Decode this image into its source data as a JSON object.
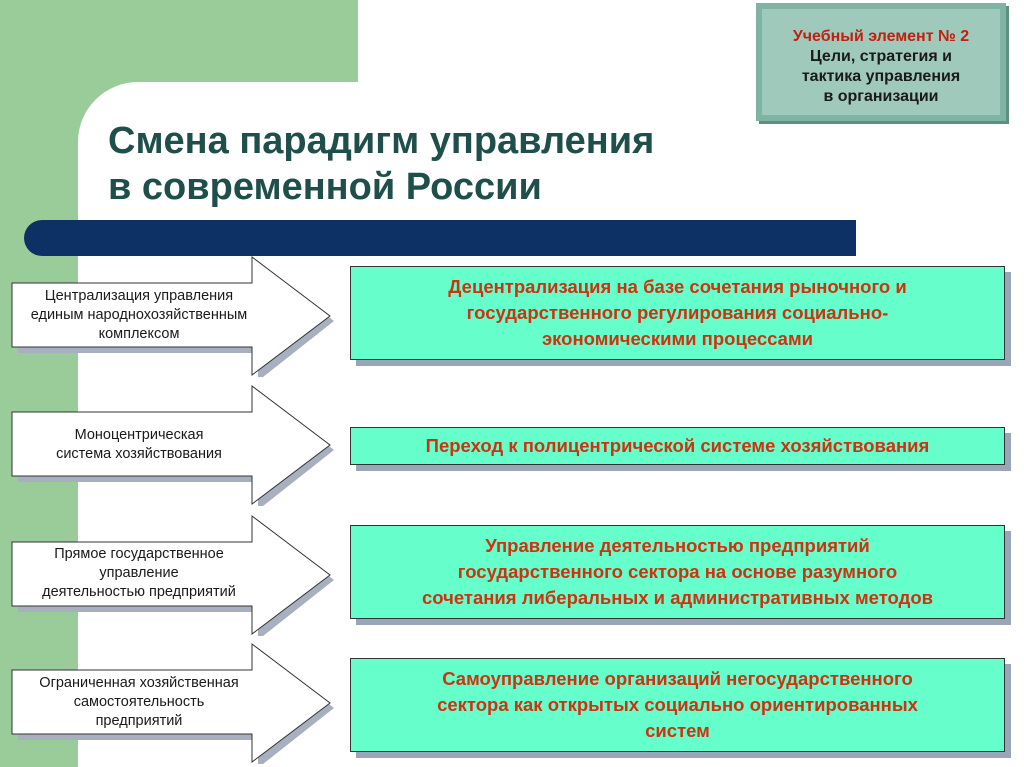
{
  "slide": {
    "title_line1": "Смена парадигм управления",
    "title_line2": "в современной России",
    "badge": {
      "number": "Учебный элемент № 2",
      "line1": "Цели, стратегия и",
      "line2": "тактика управления",
      "line3": "в организации"
    },
    "rows": [
      {
        "from_lines": [
          "Централизация управления",
          "единым народнохозяйственным",
          "комплексом"
        ],
        "to_lines": [
          "Децентрализация на базе сочетания рыночного и",
          "государственного регулирования социально-",
          "экономическими процессами"
        ]
      },
      {
        "from_lines": [
          "Моноцентрическая",
          "система хозяйствования"
        ],
        "to_lines": [
          "Переход к полицентрической системе хозяйствования"
        ]
      },
      {
        "from_lines": [
          "Прямое государственное",
          "управление",
          "деятельностью предприятий"
        ],
        "to_lines": [
          "Управление деятельностью предприятий",
          "государственного сектора на основе разумного",
          "сочетания либеральных и административных методов"
        ]
      },
      {
        "from_lines": [
          "Ограниченная хозяйственная",
          "самостоятельность",
          "предприятий"
        ],
        "to_lines": [
          "Самоуправление организаций негосударственного",
          "сектора как открытых социально ориентированных",
          "систем"
        ]
      }
    ]
  },
  "colors": {
    "title": "#1f4f4b",
    "accent_text": "#cc3311",
    "box_fill": "#66ffcc",
    "bar": "#0d3164",
    "green": "#99cc99"
  }
}
